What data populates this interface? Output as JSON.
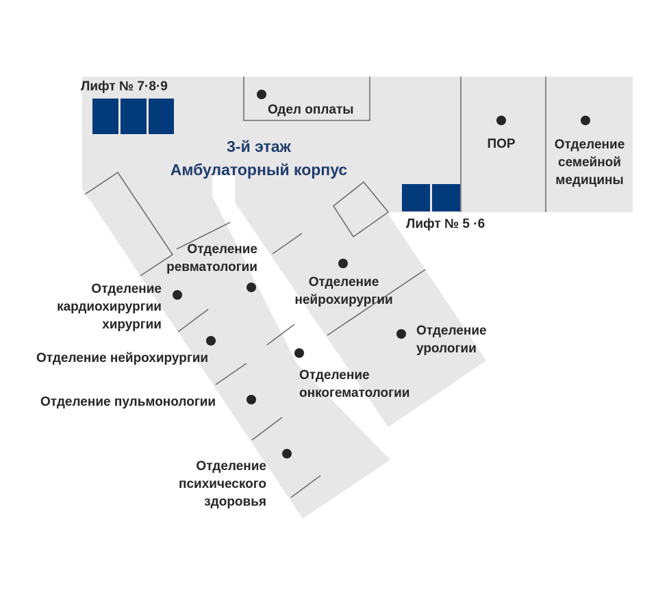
{
  "floor_title": [
    "3-й этаж",
    "Амбулаторный корпус"
  ],
  "colors": {
    "floor": "#e8e7e7",
    "walls": "#6e6e6e",
    "elevator": "#033a7c",
    "marker": "#262626",
    "title": "#1f3d6e",
    "text": "#262626"
  },
  "elevators": {
    "left_label": "Лифт № 7·8·9",
    "right_label": "Лифт № 5 ·6"
  },
  "rooms": {
    "payment": [
      "Одел оплаты"
    ],
    "por": [
      "ПОР"
    ],
    "family_medicine": [
      "Отделение",
      "семейной",
      "медицины"
    ],
    "rheumatology": [
      "Отделение",
      "ревматологии"
    ],
    "cardiosurgery": [
      "Отделение",
      "кардиохирургии",
      "хирургии"
    ],
    "neurosurgery_left": [
      "Отделение нейрохирургии"
    ],
    "pulmonology": [
      "Отделение пульмонологии"
    ],
    "mental_health": [
      "Отделение",
      "психического",
      "здоровья"
    ],
    "neurosurgery_right": [
      "Отделение",
      "нейрохирургии"
    ],
    "urology": [
      "Отделение",
      "урологии"
    ],
    "oncohematology": [
      "Отделение",
      "онкогематологии"
    ]
  }
}
